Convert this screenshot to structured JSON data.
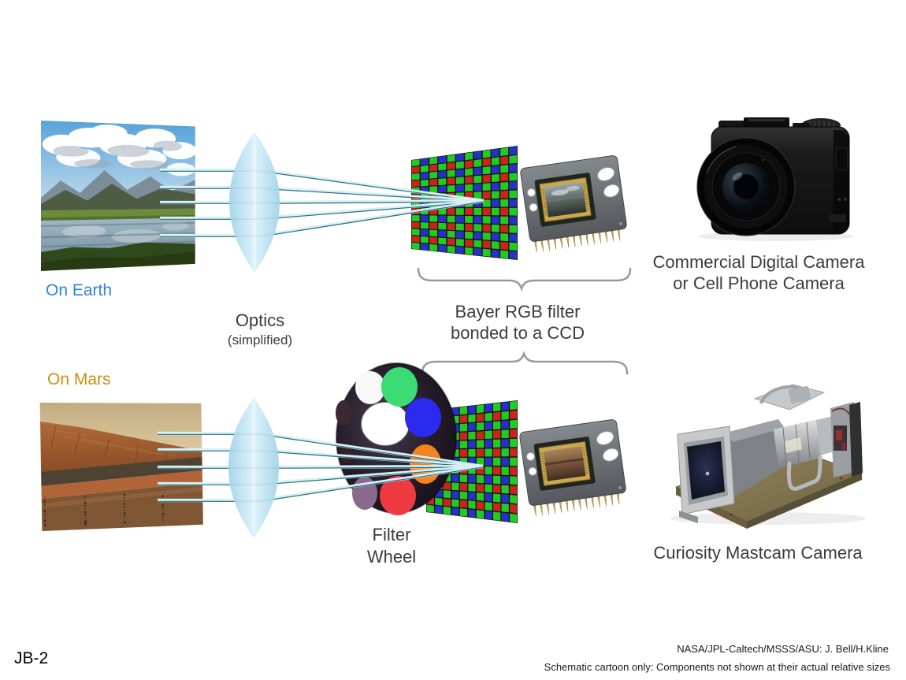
{
  "slide": {
    "background": "#ffffff",
    "footer": {
      "slide_id": "JB-2",
      "credit": "NASA/JPL-Caltech/MSSS/ASU: J. Bell/H.Kline",
      "disclaimer": "Schematic cartoon only: Components not shown at their actual relative sizes"
    },
    "rows": {
      "earth": {
        "label": "On Earth",
        "label_color": "#2e86d8"
      },
      "mars": {
        "label": "On Mars",
        "label_color": "#c7910c"
      }
    },
    "labels": {
      "text_color": "#3b3b3b",
      "optics_title": "Optics",
      "optics_sub": "(simplified)",
      "bayer_line1": "Bayer RGB filter",
      "bayer_line2": "bonded to a CCD",
      "filter_wheel_line1": "Filter",
      "filter_wheel_line2": "Wheel",
      "commercial_camera_line1": "Commercial Digital Camera",
      "commercial_camera_line2": "or Cell Phone Camera",
      "mastcam_camera": "Curiosity Mastcam Camera"
    },
    "diagram": {
      "ray_count": 5,
      "ray_color_light": "#d9f1f6",
      "ray_color_dark": "#2a6e7c",
      "lens_color": "#bfe3f2",
      "bayer_pattern_colors": {
        "green": "#21cc21",
        "red": "#cc2418",
        "blue": "#2531c9"
      },
      "bayer_grid": {
        "earth_cols": 12,
        "earth_rows": 13,
        "mars_cols": 11,
        "mars_rows": 13
      },
      "filter_wheel_filters": [
        {
          "name": "clear",
          "color": "#f8f8f8"
        },
        {
          "name": "green",
          "color": "#3bdc74"
        },
        {
          "name": "blue",
          "color": "#2b2bef"
        },
        {
          "name": "orange",
          "color": "#f5831e"
        },
        {
          "name": "red",
          "color": "#ee3a40"
        },
        {
          "name": "violet",
          "color": "#8a6a8c"
        }
      ]
    }
  }
}
